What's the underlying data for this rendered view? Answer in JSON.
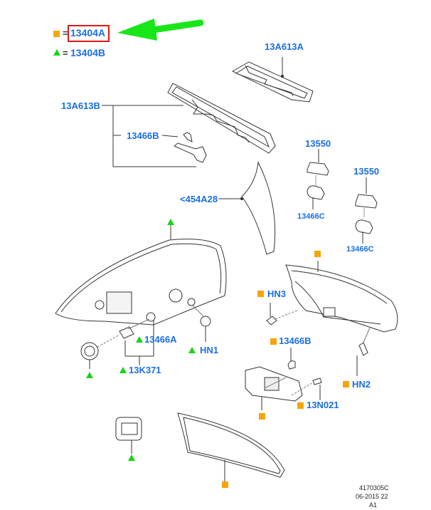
{
  "legend": {
    "square_symbol": "square",
    "square_color": "#f5a50a",
    "square_part": "13404A",
    "triangle_symbol": "triangle",
    "triangle_color": "#19d419",
    "triangle_part": "13404B",
    "equals": "=",
    "highlight_color": "#e01818",
    "pointer": "green-arrow"
  },
  "colors": {
    "label": "#1a6fe0",
    "line": "#333333"
  },
  "callouts": {
    "c13A613A": "13A613A",
    "c13A613B": "13A613B",
    "c13466B_top": "13466B",
    "c454A28": "<454A28",
    "c13550_a": "13550",
    "c13466C_a": "13466C",
    "c13550_b": "13550",
    "c13466C_b": "13466C",
    "cHN3": "HN3",
    "c13466A": "13466A",
    "cHN1": "HN1",
    "c13K371": "13K371",
    "c13466B_bottom": "13466B",
    "cHN2": "HN2",
    "c13N021": "13N021"
  },
  "footer": {
    "code": "4170305C",
    "date": "06-2015 22",
    "rev": "A1"
  }
}
